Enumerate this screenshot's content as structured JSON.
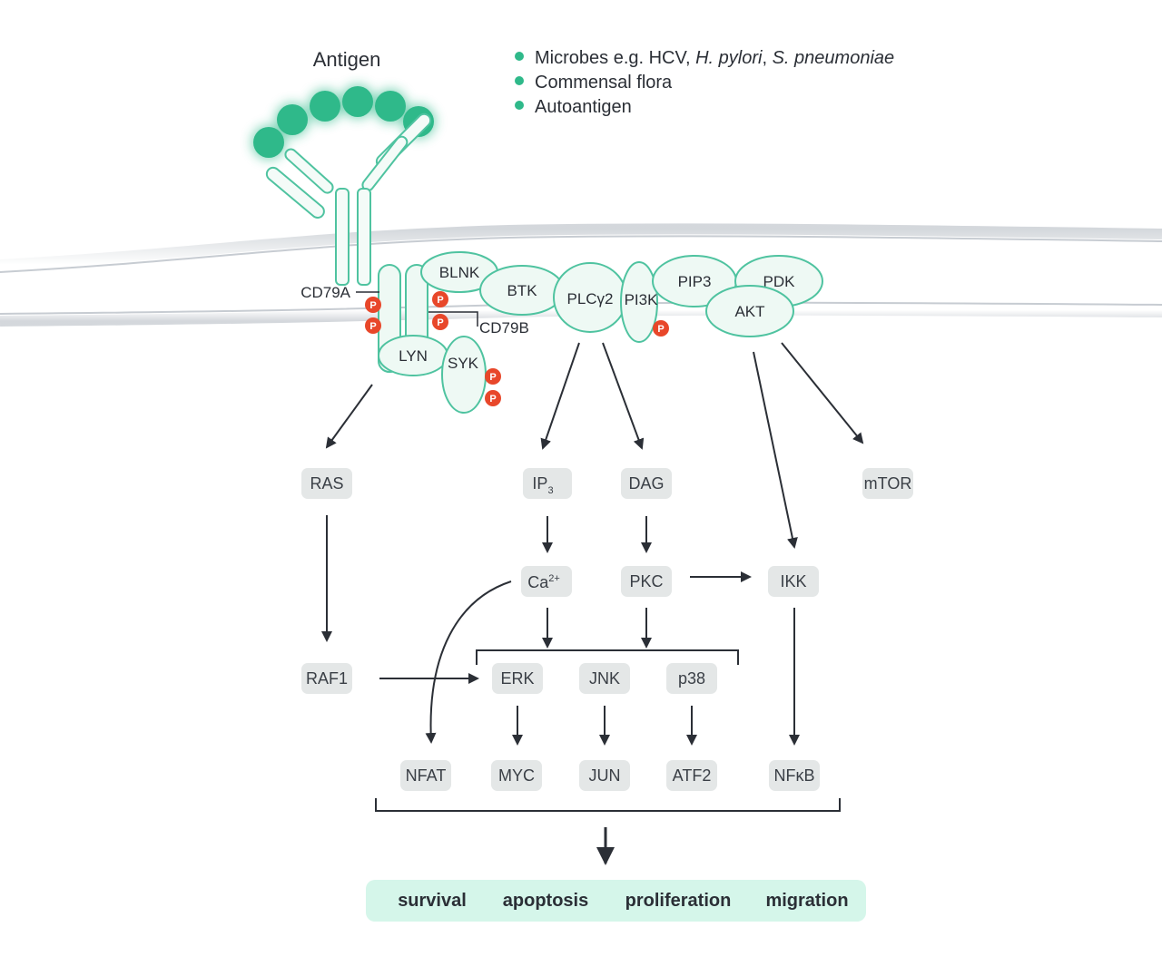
{
  "antigen": {
    "label": "Antigen"
  },
  "sources": {
    "item1": {
      "prefix": "Microbes e.g. HCV, ",
      "italic1": "H. pylori",
      "sep": ", ",
      "italic2": "S. pneumoniae"
    },
    "item2": "Commensal flora",
    "item3": "Autoantigen"
  },
  "membrane": {
    "cd79a": "CD79A",
    "cd79b": "CD79B",
    "lyn": "LYN",
    "syk": "SYK",
    "blnk": "BLNK",
    "btk": "BTK",
    "plcg2": "PLCγ2",
    "pi3k": "PI3K",
    "pip3": "PIP3",
    "pdk": "PDK",
    "akt": "AKT",
    "phospho": "P"
  },
  "nodes": {
    "ras": "RAS",
    "ip3": "IP",
    "ip3_sub": "3",
    "dag": "DAG",
    "mtor": "mTOR",
    "ca": "Ca",
    "ca_sup": "2+",
    "pkc": "PKC",
    "ikk": "IKK",
    "raf1": "RAF1",
    "erk": "ERK",
    "jnk": "JNK",
    "p38": "p38",
    "nfat": "NFAT",
    "myc": "MYC",
    "jun": "JUN",
    "atf2": "ATF2",
    "nfkb": "NFκB"
  },
  "outcomes": {
    "survival": "survival",
    "apoptosis": "apoptosis",
    "proliferation": "proliferation",
    "migration": "migration"
  },
  "colors": {
    "accent": "#2fb98a",
    "protein_stroke": "#4fc3a0",
    "phospho": "#e8472a",
    "node_fill": "#e4e7e7",
    "outcome_fill": "#d5f6ea",
    "arrow": "#2b2f36"
  }
}
